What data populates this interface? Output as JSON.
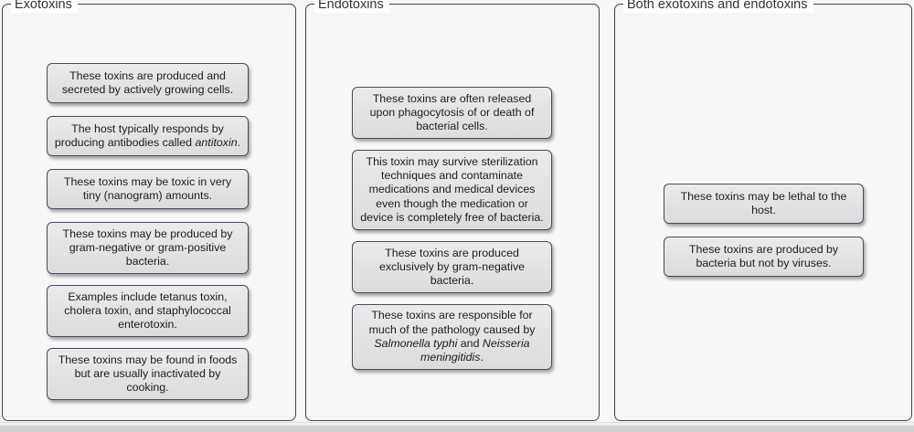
{
  "panels": [
    {
      "id": "exotoxins",
      "title": "Exotoxins",
      "cards": [
        {
          "id": "exo-1",
          "text": "These toxins are produced and secreted by actively growing cells.",
          "lines": 2
        },
        {
          "id": "exo-2",
          "text": "The host typically responds by producing antibodies called antitoxin.",
          "lines": 2,
          "italic": "antitoxin"
        },
        {
          "id": "exo-3",
          "text": "These toxins may be toxic in very tiny (nanogram) amounts.",
          "lines": 2
        },
        {
          "id": "exo-4",
          "text": "These toxins may be produced by gram-negative or gram-positive bacteria.",
          "lines": 3
        },
        {
          "id": "exo-5",
          "text": "Examples include tetanus toxin, cholera toxin, and staphylococcal enterotoxin.",
          "lines": 3
        },
        {
          "id": "exo-6",
          "text": "These toxins may be found in foods but are usually inactivated by cooking.",
          "lines": 3
        }
      ]
    },
    {
      "id": "endotoxins",
      "title": "Endotoxins",
      "cards": [
        {
          "id": "endo-1",
          "text": "These toxins are often released upon phagocytosis of or death of bacterial cells.",
          "lines": 3
        },
        {
          "id": "endo-2",
          "text": "This toxin may survive sterilization techniques and contaminate medications and medical devices even though the medication or device is completely free of bacteria.",
          "lines": 5
        },
        {
          "id": "endo-3",
          "text": "These toxins are produced exclusively by gram-negative bacteria.",
          "lines": 3
        },
        {
          "id": "endo-4",
          "text": "These toxins are responsible for much of the pathology caused by Salmonella typhi and Neisseria meningitidis.",
          "lines": 4,
          "italic_parts": [
            "Salmonella typhi",
            "Neisseria meningitidis"
          ]
        }
      ]
    },
    {
      "id": "both",
      "title": "Both exotoxins and endotoxins",
      "cards": [
        {
          "id": "both-1",
          "text": "These toxins may be lethal to the host.",
          "lines": 2
        },
        {
          "id": "both-2",
          "text": "These toxins are produced by bacteria but not by viruses.",
          "lines": 2
        }
      ]
    }
  ],
  "colors": {
    "page_background": "#f7f7f7",
    "panel_border": "#42425a",
    "card_border": "#4a4a63",
    "card_fill": "#e4e4e4",
    "legend_background": "#ffffff",
    "text": "#1d1d1d"
  }
}
